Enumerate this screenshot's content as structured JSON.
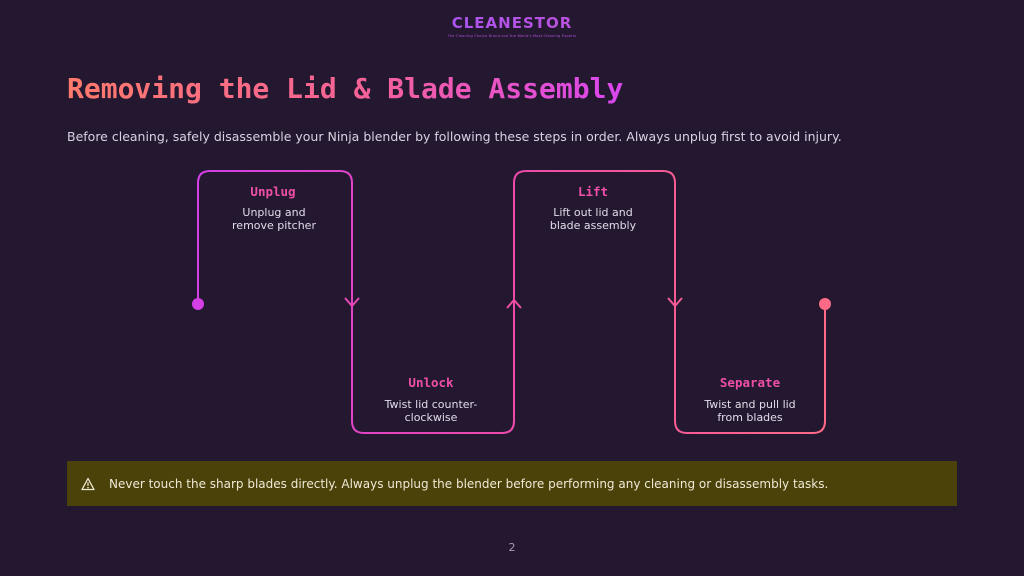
{
  "brand": {
    "name": "CLEANESTOR",
    "tagline": "The Cleaning Choice Brand and the World's Most Cleaning Experts"
  },
  "title": "Removing the Lid & Blade Assembly",
  "intro": "Before cleaning, safely disassemble your Ninja blender by following these steps in order. Always unplug first to avoid injury.",
  "steps": [
    {
      "title": "Unplug",
      "desc_line1": "Unplug and",
      "desc_line2": "remove pitcher"
    },
    {
      "title": "Unlock",
      "desc_line1": "Twist lid counter-",
      "desc_line2": "clockwise"
    },
    {
      "title": "Lift",
      "desc_line1": "Lift out lid and",
      "desc_line2": "blade assembly"
    },
    {
      "title": "Separate",
      "desc_line1": "Twist and pull lid",
      "desc_line2": "from blades"
    }
  ],
  "warning": {
    "icon": "warning-triangle-icon",
    "text": "Never touch the sharp blades directly. Always unplug the blender before performing any cleaning or disassembly tasks."
  },
  "page_number": "2",
  "colors": {
    "background": "#241830",
    "accent_start": "#d946ef",
    "accent_end": "#ff6b8a",
    "warning_bg": "#4a4208"
  }
}
